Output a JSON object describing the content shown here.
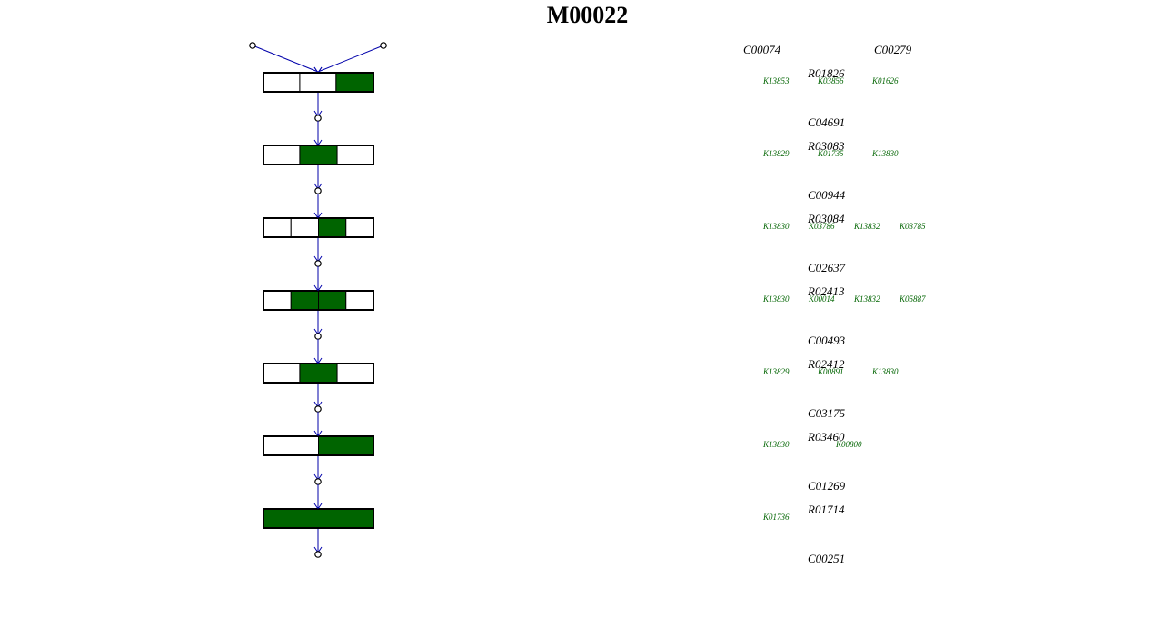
{
  "module_id": "M00022",
  "colors": {
    "block_fill": "#006400",
    "block_empty": "#ffffff",
    "arrow": "#0000aa",
    "ko_text": "#006400"
  },
  "start_compounds": [
    "C00074",
    "C00279"
  ],
  "steps": [
    {
      "reaction": "R01826",
      "kos": [
        "K13853",
        "K03856",
        "K01626"
      ],
      "segments": [
        0.33,
        0.33,
        0.34
      ],
      "filled": [
        false,
        false,
        true
      ],
      "product": "C04691"
    },
    {
      "reaction": "R03083",
      "kos": [
        "K13829",
        "K01735",
        "K13830"
      ],
      "segments": [
        0.33,
        0.34,
        0.33
      ],
      "filled": [
        false,
        true,
        false
      ],
      "product": "C00944"
    },
    {
      "reaction": "R03084",
      "kos": [
        "K13830",
        "K03786",
        "K13832",
        "K03785"
      ],
      "segments": [
        0.25,
        0.25,
        0.25,
        0.25
      ],
      "filled": [
        false,
        false,
        true,
        false
      ],
      "product": "C02637"
    },
    {
      "reaction": "R02413",
      "kos": [
        "K13830",
        "K00014",
        "K13832",
        "K05887"
      ],
      "segments": [
        0.25,
        0.25,
        0.25,
        0.25
      ],
      "filled": [
        false,
        true,
        true,
        false
      ],
      "product": "C00493"
    },
    {
      "reaction": "R02412",
      "kos": [
        "K13829",
        "K00891",
        "K13830"
      ],
      "segments": [
        0.33,
        0.34,
        0.33
      ],
      "filled": [
        false,
        true,
        false
      ],
      "product": "C03175"
    },
    {
      "reaction": "R03460",
      "kos": [
        "K13830",
        "K00800"
      ],
      "segments": [
        0.5,
        0.5
      ],
      "filled": [
        false,
        true
      ],
      "product": "C01269"
    },
    {
      "reaction": "R01714",
      "kos": [
        "K01736"
      ],
      "segments": [
        1.0
      ],
      "filled": [
        true
      ],
      "product": "C00251"
    }
  ]
}
